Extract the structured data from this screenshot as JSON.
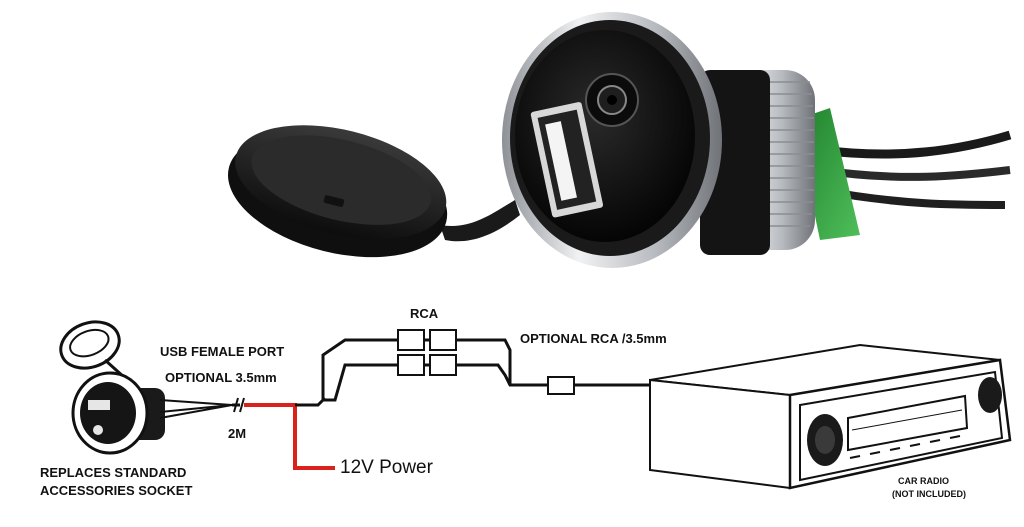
{
  "labels": {
    "rca": "RCA",
    "optional_rca": "OPTIONAL RCA /3.5mm",
    "usb_female_port": "USB FEMALE PORT",
    "optional_35": "OPTIONAL 3.5mm",
    "cable_length": "2M",
    "power": "12V Power",
    "replaces_line1": "REPLACES STANDARD",
    "replaces_line2": "ACCESSORIES SOCKET",
    "car_radio_line1": "CAR RADIO",
    "car_radio_line2": "(NOT INCLUDED)"
  },
  "colors": {
    "wire": "#111111",
    "power_wire": "#d9221c",
    "pcb_green": "#2f9a3c",
    "socket_black": "#161616",
    "thread_silver": "#c9ccd0"
  }
}
